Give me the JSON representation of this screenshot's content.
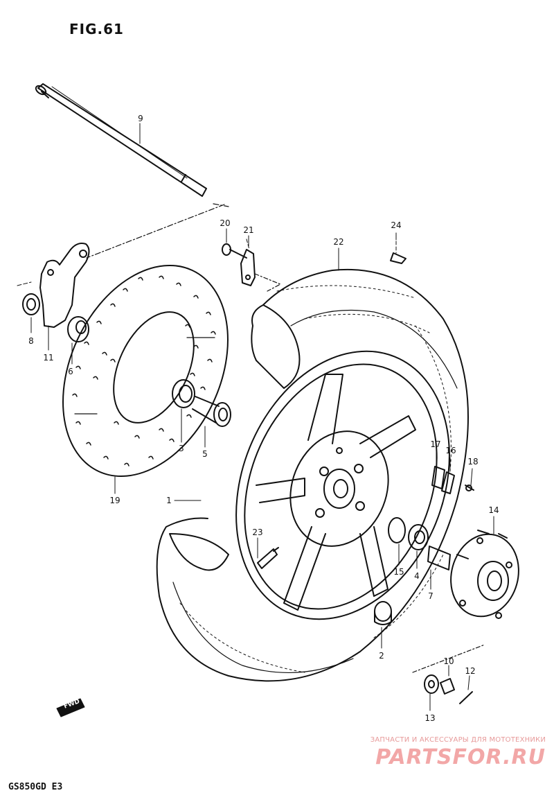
{
  "figure": {
    "title": "FIG.61",
    "model_code": "GS850GD  E3",
    "direction_label": "FWD"
  },
  "callouts": [
    {
      "id": "c1",
      "text": "1"
    },
    {
      "id": "c2",
      "text": "2"
    },
    {
      "id": "c3",
      "text": "3"
    },
    {
      "id": "c4",
      "text": "4"
    },
    {
      "id": "c5",
      "text": "5"
    },
    {
      "id": "c6",
      "text": "6"
    },
    {
      "id": "c7",
      "text": "7"
    },
    {
      "id": "c8",
      "text": "8"
    },
    {
      "id": "c9",
      "text": "9"
    },
    {
      "id": "c10",
      "text": "10"
    },
    {
      "id": "c11",
      "text": "11"
    },
    {
      "id": "c12",
      "text": "12"
    },
    {
      "id": "c13",
      "text": "13"
    },
    {
      "id": "c14",
      "text": "14"
    },
    {
      "id": "c15",
      "text": "15"
    },
    {
      "id": "c16",
      "text": "16"
    },
    {
      "id": "c17",
      "text": "17"
    },
    {
      "id": "c18",
      "text": "18"
    },
    {
      "id": "c19",
      "text": "19"
    },
    {
      "id": "c20",
      "text": "20"
    },
    {
      "id": "c21",
      "text": "21"
    },
    {
      "id": "c22",
      "text": "22"
    },
    {
      "id": "c23",
      "text": "23"
    },
    {
      "id": "c24",
      "text": "24"
    }
  ],
  "watermark": {
    "tagline": "ЗАПЧАСТИ И АКСЕССУАРЫ ДЛЯ МОТОТЕХНИКИ",
    "brand": "PARTSFOR.RU",
    "color": "#f2a7a7"
  }
}
